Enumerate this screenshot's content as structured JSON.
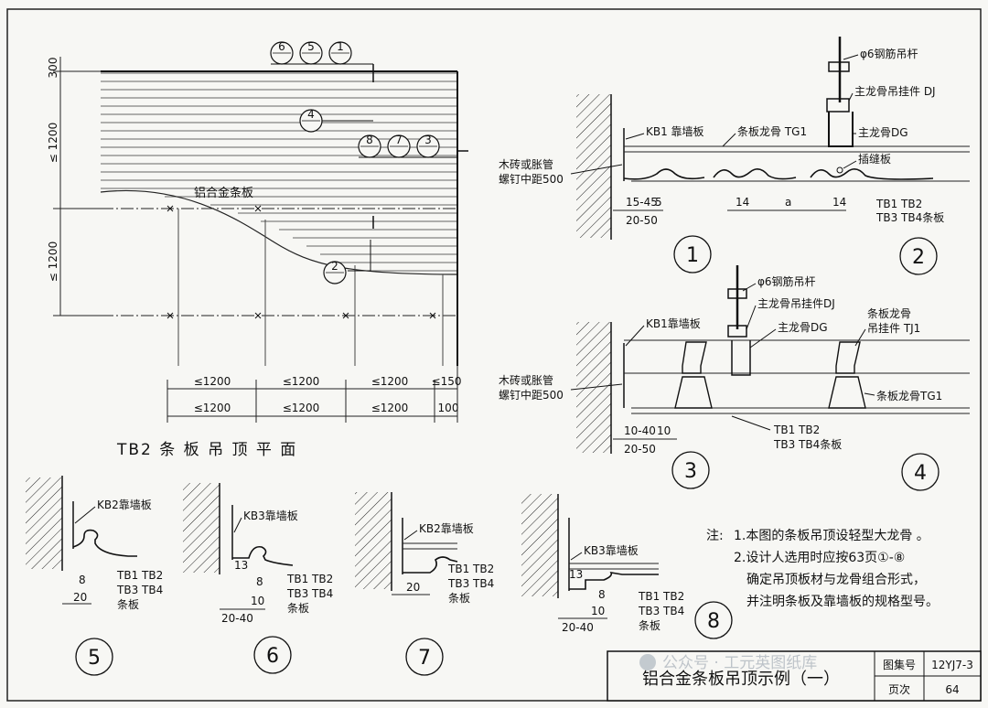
{
  "plan": {
    "title": "TB2 条 板 吊 顶 平 面",
    "panel_label": "铝合金条板",
    "left_dims": [
      "300",
      "≤ 1200",
      "≤ 1200"
    ],
    "top_callouts": [
      "6",
      "5",
      "1"
    ],
    "mid_callout": "4",
    "right_callouts": [
      "8",
      "7",
      "3"
    ],
    "lower_callout": "2",
    "bottom_dims_row1": [
      "≤1200",
      "≤1200",
      "≤1200",
      "≤150"
    ],
    "bottom_dims_row2": [
      "≤1200",
      "≤1200",
      "≤1200",
      "100"
    ]
  },
  "detail12": {
    "rod": "φ6钢筋吊杆",
    "hanger": "主龙骨吊挂件 DJ",
    "main_keel": "主龙骨DG",
    "filler": "插缝板",
    "kb1": "KB1 靠墙板",
    "strip_keel": "条板龙骨 TG1",
    "wall1": "木砖或胀管",
    "wall2": "螺钉中距500",
    "d1": "15-45",
    "d2": "5",
    "d3": "20-50",
    "d4": "14",
    "d5": "a",
    "d6": "14",
    "tb_a": "TB1 TB2",
    "tb_b": "TB3 TB4条板",
    "n1": "1",
    "n2": "2"
  },
  "detail34": {
    "rod": "φ6钢筋吊杆",
    "hanger": "主龙骨吊挂件DJ",
    "main_keel": "主龙骨DG",
    "strip_hanger1": "条板龙骨",
    "strip_hanger2": "吊挂件 TJ1",
    "kb1": "KB1靠墙板",
    "wall1": "木砖或胀管",
    "wall2": "螺钉中距500",
    "strip_keel": "条板龙骨TG1",
    "d1": "10-40",
    "d2": "10",
    "d3": "20-50",
    "tb_a": "TB1 TB2",
    "tb_b": "TB3 TB4条板",
    "n3": "3",
    "n4": "4"
  },
  "details_small": [
    {
      "kb": "KB2靠墙板",
      "dims": [
        "8",
        "20"
      ],
      "tb_a": "TB1 TB2",
      "tb_b": "TB3 TB4",
      "tb_c": "条板",
      "num": "5"
    },
    {
      "kb": "KB3靠墙板",
      "dims": [
        "13",
        "8",
        "10",
        "20-40"
      ],
      "tb_a": "TB1 TB2",
      "tb_b": "TB3 TB4",
      "tb_c": "条板",
      "num": "6"
    },
    {
      "kb": "KB2靠墙板",
      "dims": [
        "20"
      ],
      "tb_a": "TB1 TB2",
      "tb_b": "TB3 TB4",
      "tb_c": "条板",
      "num": "7"
    },
    {
      "kb": "KB3靠墙板",
      "dims": [
        "13",
        "8",
        "10",
        "20-40"
      ],
      "tb_a": "TB1 TB2",
      "tb_b": "TB3 TB4",
      "tb_c": "条板",
      "num": "8"
    }
  ],
  "notes": {
    "prefix": "注:",
    "line1": "1.本图的条板吊顶设轻型大龙骨 。",
    "line2": "2.设计人选用时应按63页①-⑧",
    "line3": "确定吊顶板材与龙骨组合形式，",
    "line4": "并注明条板及靠墙板的规格型号。"
  },
  "title_block": {
    "title": "铝合金条板吊顶示例（一）",
    "atlas_label": "图集号",
    "atlas_value": "12YJ7-3",
    "page_label": "页次",
    "page_value": "64"
  },
  "watermark": "公众号 · 工元英图纸库"
}
